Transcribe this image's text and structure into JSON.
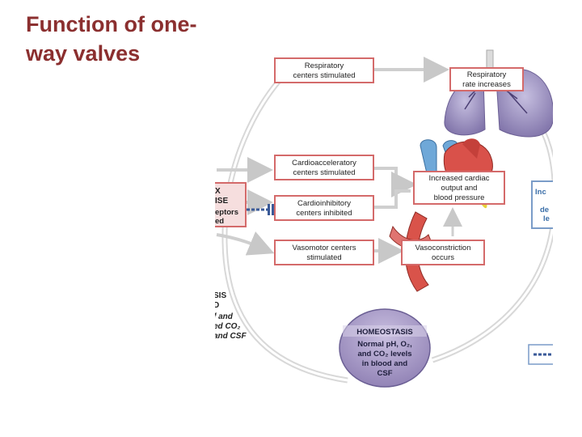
{
  "title_lines": [
    "Function of one-",
    "way valves"
  ],
  "diagram": {
    "respiratory_centers": [
      "Respiratory",
      "centers stimulated"
    ],
    "respiratory_rate": [
      "Respiratory",
      "rate increases"
    ],
    "cardioacceleratory": [
      "Cardioacceleratory",
      "centers stimulated"
    ],
    "cardioinhibitory": [
      "Cardioinhibitory",
      "centers inhibited"
    ],
    "cardiac_output": [
      "Increased cardiac",
      "output and",
      "blood pressure"
    ],
    "vasomotor": [
      "Vasomotor centers",
      "stimulated"
    ],
    "vasoconstriction": [
      "Vasoconstriction",
      "occurs"
    ],
    "homeostasis_title": "HOMEOSTASIS",
    "homeostasis_lines": [
      "Normal pH, O₂,",
      "and CO₂ levels",
      "in blood and",
      "CSF"
    ],
    "left_cut_top": [
      "X",
      "ISE",
      "eptors",
      "ed"
    ],
    "left_cut_bottom": [
      "SIS",
      "D",
      "f and",
      "ed CO₂",
      "and CSF"
    ],
    "right_cut": [
      "Inc",
      "de",
      "le"
    ]
  },
  "colors": {
    "title": "#8b2f2f",
    "box_border": "#d46a6a",
    "arrow": "#c8c8c8",
    "homeostasis": "#a79ac4",
    "right_box_text": "#3a6ea8"
  }
}
